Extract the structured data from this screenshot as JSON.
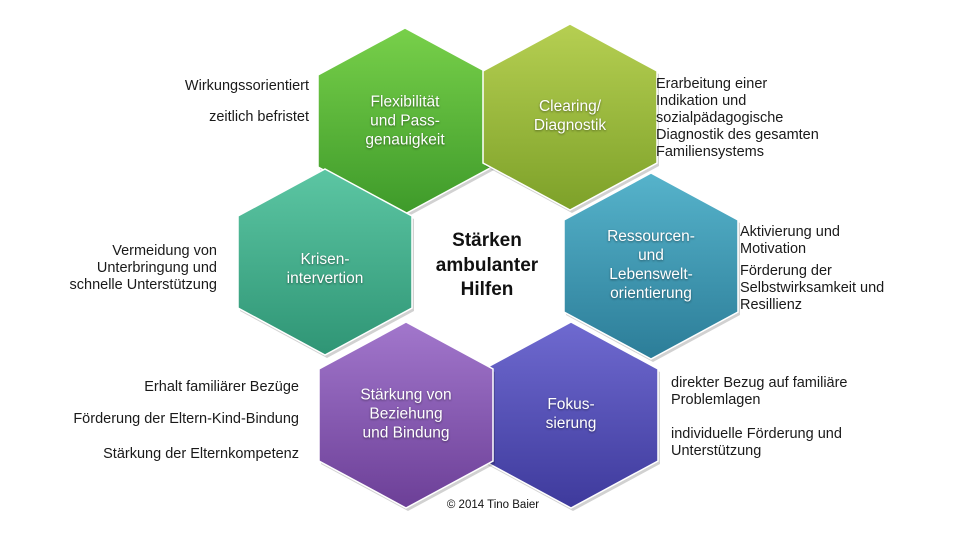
{
  "center_title": "Stärken\nambulanter\nHilfen",
  "copyright": "© 2014 Tino Baier",
  "hexagons": [
    {
      "id": "flex",
      "label": "Flexibilität\nund Pass-\ngenauigkeit",
      "color_top": "#78d04a",
      "color_bottom": "#3e9a2a"
    },
    {
      "id": "clearing",
      "label": "Clearing/\nDiagnostik",
      "color_top": "#b6cf52",
      "color_bottom": "#7da129"
    },
    {
      "id": "ressourcen",
      "label": "Ressourcen-\nund\nLebenswelt-\norientierung",
      "color_top": "#56b3cb",
      "color_bottom": "#2c7d98"
    },
    {
      "id": "fokus",
      "label": "Fokus-\nsierung",
      "color_top": "#6f6ad0",
      "color_bottom": "#3e3a9c"
    },
    {
      "id": "staerkung",
      "label": "Stärkung von\nBeziehung\nund Bindung",
      "color_top": "#a277cc",
      "color_bottom": "#6c3f97"
    },
    {
      "id": "krisen",
      "label": "Krisen-\nintervertion",
      "color_top": "#5cc6a3",
      "color_bottom": "#2f9575"
    }
  ],
  "notes": {
    "flex_1": "Wirkungssorientiert",
    "flex_2": "zeitlich befristet",
    "clearing_1": "Erarbeitung einer\nIndikation und\nsozialpädagogische\nDiagnostik des gesamten\nFamiliensystems",
    "ressourcen_1": "Aktivierung und\nMotivation",
    "ressourcen_2": "Förderung der\nSelbstwirksamkeit und\nResillienz",
    "fokus_1": "direkter Bezug auf familiäre\nProblemlagen",
    "fokus_2": "individuelle Förderung und\nUnterstützung",
    "staerkung_1": "Erhalt familiärer Bezüge",
    "staerkung_2": "Förderung der Eltern-Kind-Bindung",
    "staerkung_3": "Stärkung der Elternkompetenz",
    "krisen_1": "Vermeidung von\nUnterbringung und\nschnelle Unterstützung"
  }
}
